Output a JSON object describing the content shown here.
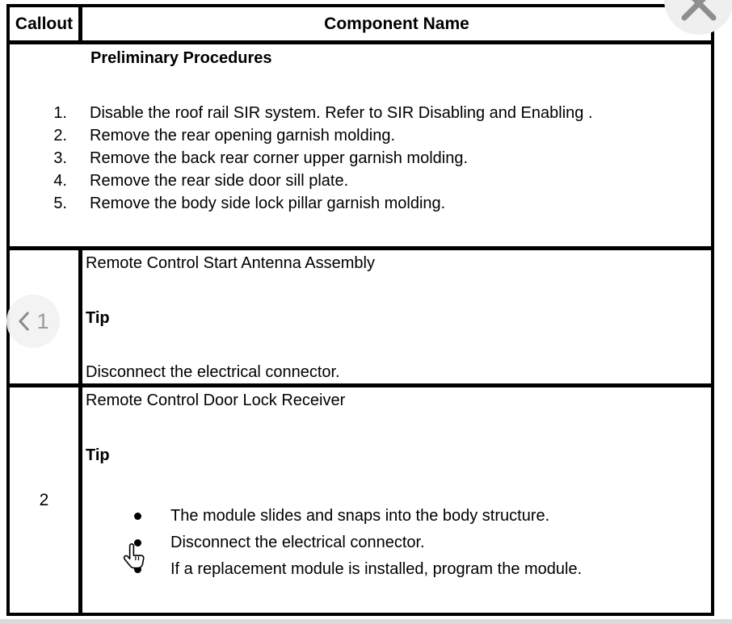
{
  "table": {
    "header": {
      "callout": "Callout",
      "component_name": "Component Name"
    },
    "preliminary": {
      "heading": "Preliminary Procedures",
      "steps": [
        {
          "num": "1.",
          "text": "Disable the roof rail SIR system. Refer to SIR Disabling and Enabling ."
        },
        {
          "num": "2.",
          "text": "Remove the rear opening garnish molding."
        },
        {
          "num": "3.",
          "text": "Remove the back rear corner upper garnish molding."
        },
        {
          "num": "4.",
          "text": "Remove the rear side door sill plate."
        },
        {
          "num": "5.",
          "text": "Remove the body side lock pillar garnish molding."
        }
      ]
    },
    "rows": [
      {
        "callout": "1",
        "component": "Remote Control Start Antenna Assembly",
        "tip_label": "Tip",
        "tip_text": "Disconnect the electrical connector."
      },
      {
        "callout": "2",
        "component": "Remote Control Door Lock Receiver",
        "tip_label": "Tip",
        "bullets": [
          "The module slides and snaps into the body structure.",
          "Disconnect the electrical connector.",
          "If a replacement module is installed, program the module."
        ]
      }
    ]
  },
  "colors": {
    "table_border": "#000000",
    "overlay_circle": "#f2f2f2",
    "overlay_glyph": "#8a8a8a",
    "ghost_number": "#9a9a9a"
  }
}
